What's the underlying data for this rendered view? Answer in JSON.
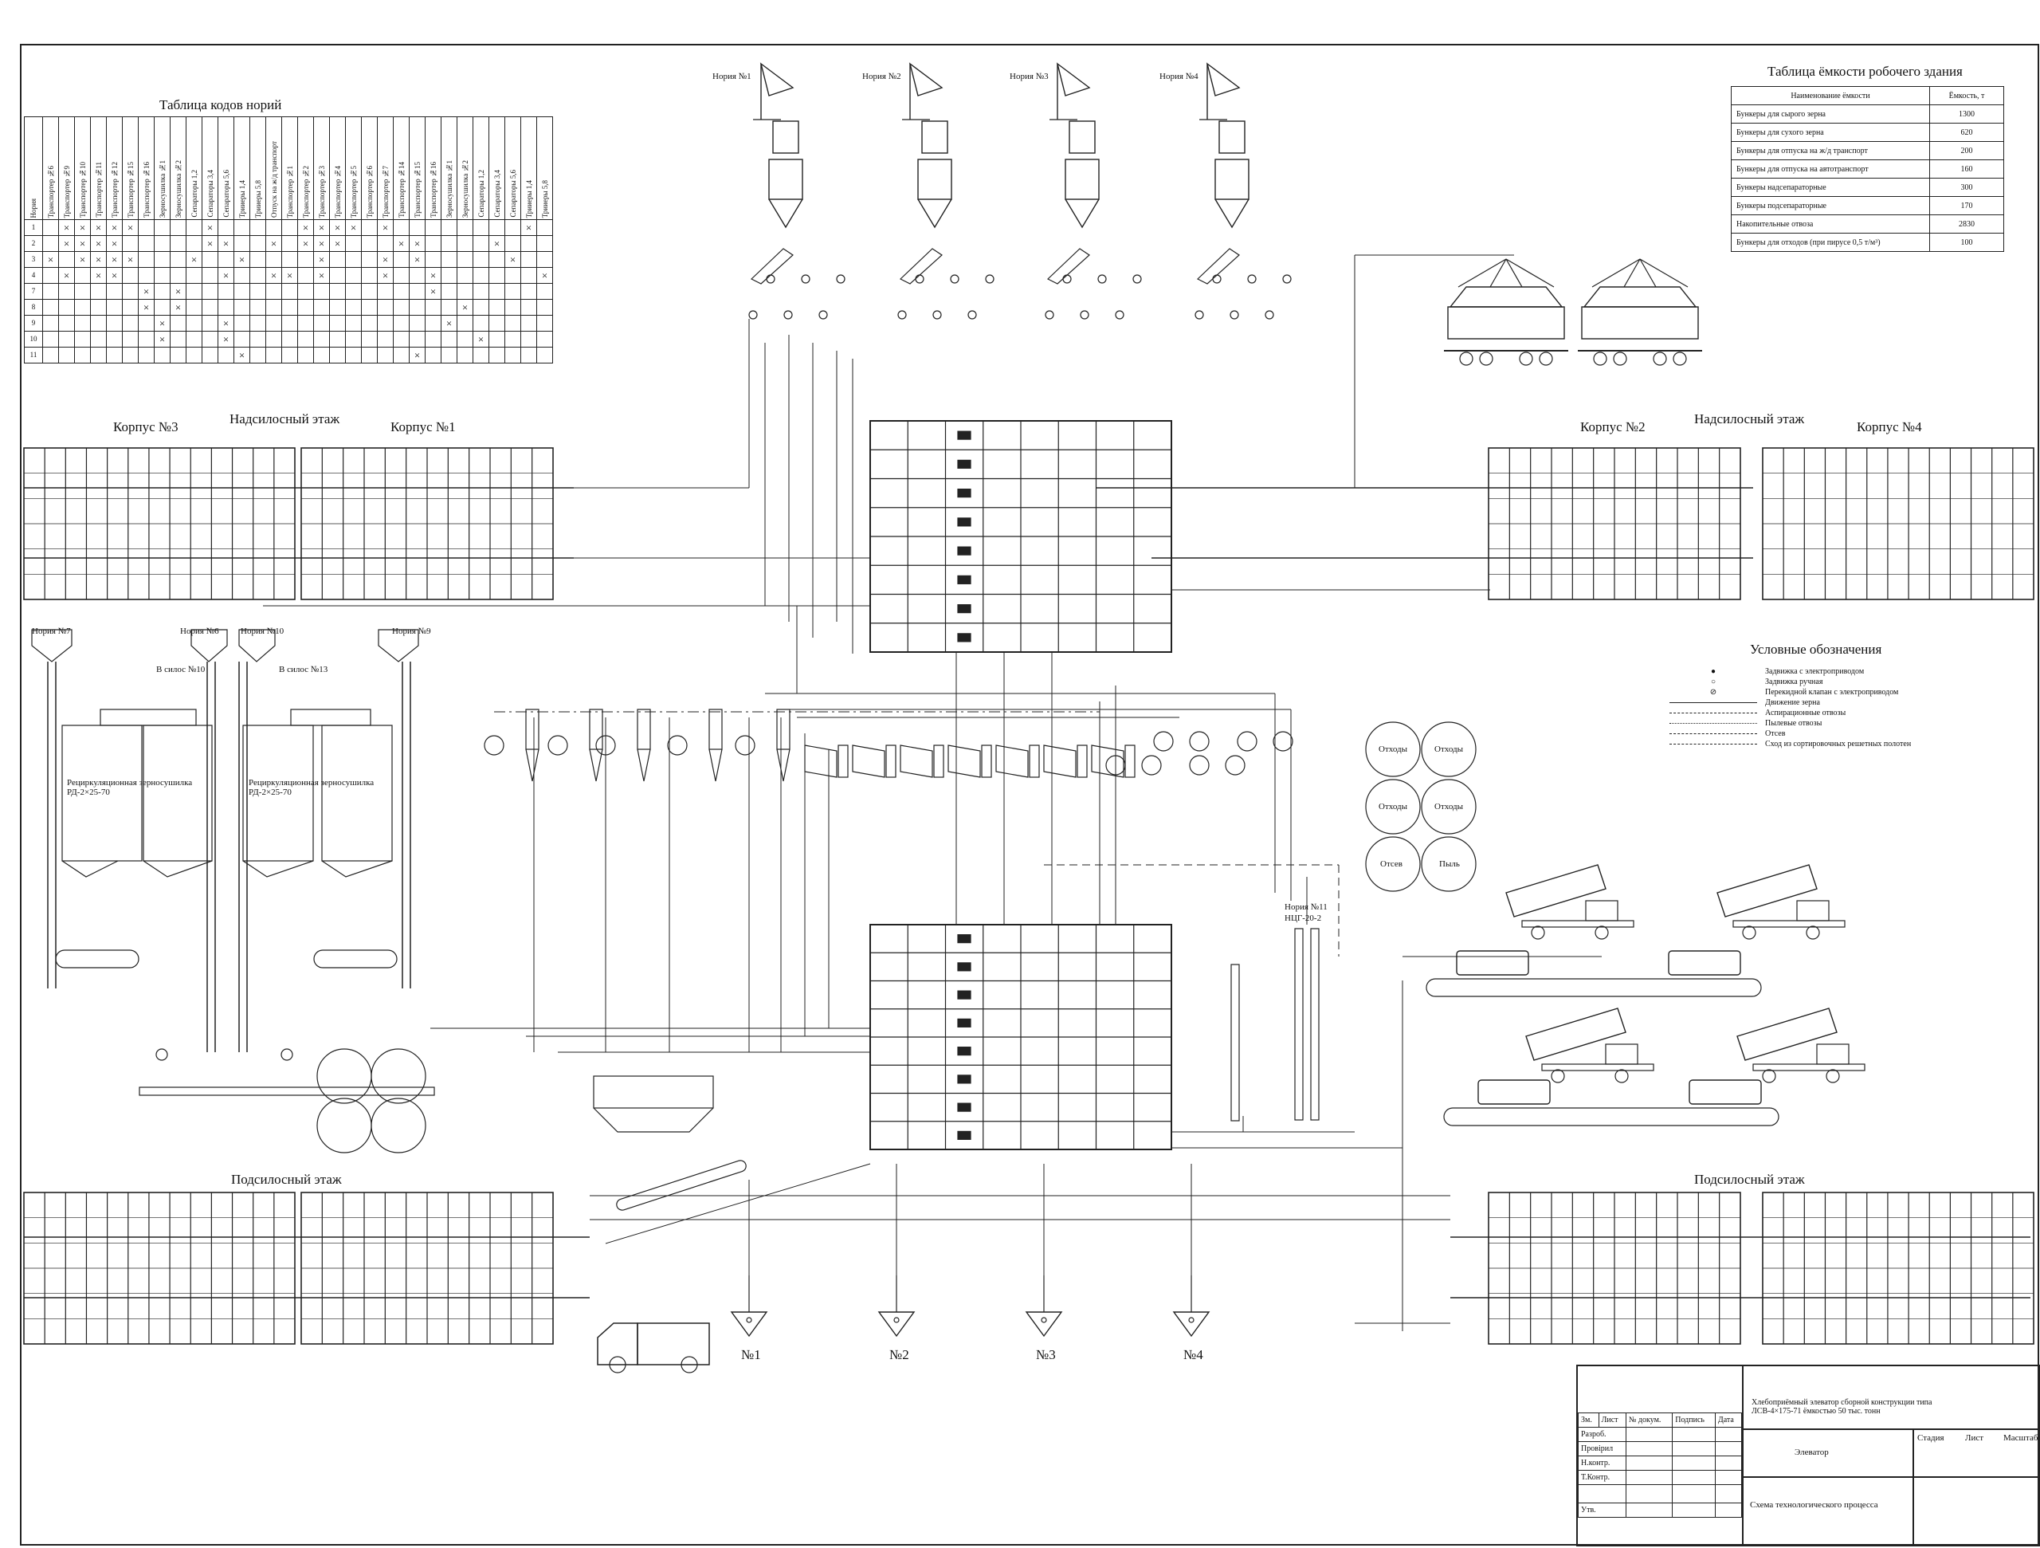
{
  "codes_table": {
    "title": "Таблица кодов норий",
    "row_header": "Нория",
    "columns": [
      "Транспортер №6",
      "Транспортер №9",
      "Транспортер №10",
      "Транспортер №11",
      "Транспортер №12",
      "Транспортер №15",
      "Транспортер №16",
      "Зерносушилка №1",
      "Зерносушилка №2",
      "Сепараторы 1,2",
      "Сепараторы 3,4",
      "Сепараторы 5,6",
      "Трииеры 1,4",
      "Трииеры 5,8",
      "Отпуск на ж/д транспорт",
      "Транспортер №1",
      "Транспортер №2",
      "Транспортер №3",
      "Транспортер №4",
      "Транспортер №5",
      "Транспортер №6",
      "Транспортер №7",
      "Транспортер №14",
      "Транспортер №15",
      "Транспортер №16",
      "Зерносушилка №1",
      "Зерносушилка №2",
      "Сепараторы 1,2",
      "Сепараторы 3,4",
      "Сепараторы 5,6",
      "Трииеры 1,4",
      "Трииеры 5,8"
    ],
    "rows": [
      {
        "label": "1",
        "marks": [
          1,
          2,
          3,
          4,
          5,
          10,
          16,
          17,
          18,
          19,
          21,
          30
        ]
      },
      {
        "label": "2",
        "marks": [
          1,
          2,
          3,
          4,
          10,
          11,
          14,
          16,
          17,
          18,
          22,
          23,
          28
        ]
      },
      {
        "label": "3",
        "marks": [
          0,
          2,
          3,
          4,
          5,
          9,
          12,
          17,
          21,
          23,
          29
        ]
      },
      {
        "label": "4",
        "marks": [
          1,
          3,
          4,
          11,
          14,
          15,
          17,
          21,
          24,
          31
        ]
      },
      {
        "label": "7",
        "marks": [
          6,
          8,
          24
        ]
      },
      {
        "label": "8",
        "marks": [
          6,
          8,
          26
        ]
      },
      {
        "label": "9",
        "marks": [
          7,
          11,
          25
        ]
      },
      {
        "label": "10",
        "marks": [
          7,
          11,
          27
        ]
      },
      {
        "label": "11",
        "marks": [
          12,
          23
        ]
      }
    ]
  },
  "capacity_table": {
    "title": "Таблица ёмкости робочего здания",
    "head_name": "Наименование ёмкости",
    "head_value": "Ёмкость, т",
    "rows": [
      {
        "name": "Бункеры для сырого зерна",
        "value": "1300"
      },
      {
        "name": "Бункеры для сухого зерна",
        "value": "620"
      },
      {
        "name": "Бункеры для отпуска на ж/д транспорт",
        "value": "200"
      },
      {
        "name": "Бункеры для отпуска на автотранспорт",
        "value": "160"
      },
      {
        "name": "Бункеры надсепараторные",
        "value": "300"
      },
      {
        "name": "Бункеры подсепараторные",
        "value": "170"
      },
      {
        "name": "Накопительные отвоза",
        "value": "2830"
      },
      {
        "name": "Бункеры для отходов (при пирусе 0,5 т/м³)",
        "value": "100"
      }
    ]
  },
  "receiving": [
    "Нория №1",
    "Нория №2",
    "Нория №3",
    "Нория №4"
  ],
  "floors": {
    "top_left": "Надсилосный этаж",
    "top_right": "Надсилосный этаж",
    "bottom_left": "Подсилосный этаж",
    "bottom_right": "Подсилосный этаж",
    "corpus3": "Корпус №3",
    "corpus1": "Корпус №1",
    "corpus2": "Корпус №2",
    "corpus4": "Корпус №4"
  },
  "dryer": {
    "noria7": "Нория №7",
    "noria6": "Нория №6",
    "noria10": "Нория №10",
    "noria9": "Нория №9",
    "to_silo_left": "В силос №10",
    "to_silo_right": "В силос №13",
    "dryer_left": "Рециркуляционная зерносушилка РД-2×25-70",
    "dryer_right": "Рециркуляционная зерносушилка РД-2×25-70"
  },
  "legend": {
    "title": "Условные обозначения",
    "items": [
      "Задвижка с электроприводом",
      "Задвижка ручная",
      "Перекидной клапан с электроприводом",
      "Движение зерна",
      "Аспирационные отвозы",
      "Пылевые отвозы",
      "Отсев",
      "Сход из сортировочных решетных полотен"
    ]
  },
  "bins": {
    "b1": "Отходы",
    "b2": "Отходы",
    "b3": "Отходы",
    "b4": "Отходы",
    "b5": "Отсев",
    "b6": "Пыль"
  },
  "noria11": {
    "name": "Нория №11",
    "model": "НЦГ-20-2"
  },
  "shipping": [
    "№1",
    "№2",
    "№3",
    "№4"
  ],
  "title_block": {
    "project": "Хлебоприёмный элеватор сборной конструкции типа ЛСВ-4×175-71 ёмкостью 50 тыс. тонн",
    "object": "Элеватор",
    "sheet_name": "Схема технологического процесса",
    "col_headers": [
      "Зм.",
      "Лист",
      "№ докум.",
      "Подпись",
      "Дата"
    ],
    "roles": [
      "Разроб.",
      "Провірил",
      "Н.контр.",
      "Т.Контр.",
      "Утв."
    ],
    "stage": "Стадия",
    "sheet": "Лист",
    "scale": "Масштаб"
  }
}
